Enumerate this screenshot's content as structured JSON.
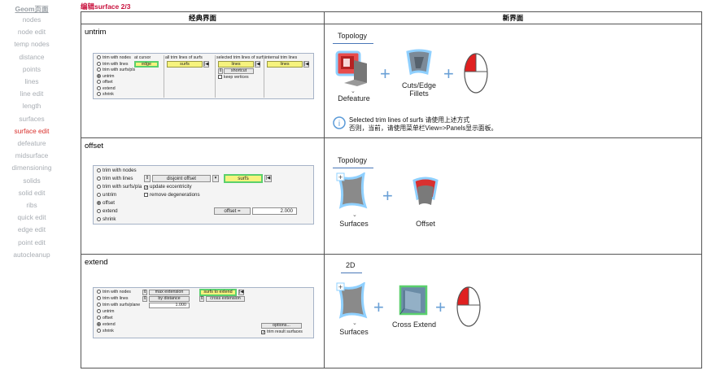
{
  "sidebar": {
    "title": "Geom页面",
    "items": [
      "nodes",
      "node edit",
      "temp nodes",
      "distance",
      "points",
      "lines",
      "line edit",
      "length",
      "surfaces",
      "surface edit",
      "defeature",
      "midsurface",
      "dimensioning",
      "solids",
      "solid edit",
      "ribs",
      "quick edit",
      "edge edit",
      "point edit",
      "autocleanup"
    ],
    "active": "surface edit"
  },
  "page_title_prefix": "编辑",
  "page_title": "surface 2/3",
  "table": {
    "col1": "经典界面",
    "col2": "新界面"
  },
  "rows": {
    "untrim": {
      "label": "untrim",
      "radios": [
        "trim with nodes",
        "trim with lines",
        "trim with surfs/pls",
        "untrim",
        "offset",
        "extend",
        "shrink"
      ],
      "at_cursor": "at cursor",
      "edge": "edge",
      "all_trim": "all trim lines of surfs",
      "surfs": "surfs",
      "selected_trim": "selected trim lines of surfs",
      "internal_trim": "internal trim lines",
      "lines": "lines",
      "lines2": "lines",
      "shortcut": "shortcut",
      "keep_vertices": "keep vertices",
      "tab": "Topology",
      "icons": [
        "Defeature",
        "Cuts/Edge Fillets"
      ],
      "info_line1": "Selected trim lines of surfs 请使用上述方式",
      "info_line2": "否则，当前，请使用菜单栏View=>Panels显示面板。"
    },
    "offset": {
      "label": "offset",
      "radios": [
        "trim with nodes",
        "trim with lines",
        "trim with surfs/pla",
        "untrim",
        "offset",
        "extend",
        "shrink"
      ],
      "disjoint": "disjoint offset",
      "surfs": "surfs",
      "update": "update eccentricity",
      "remove": "remove degenerations",
      "offset_label": "offset =",
      "offset_value": "2.000",
      "tab": "Topology",
      "icons": [
        "Surfaces",
        "Offset"
      ]
    },
    "extend": {
      "label": "extend",
      "radios": [
        "trim with nodes",
        "trim with lines",
        "trim with surfs/plane",
        "untrim",
        "offset",
        "extend",
        "shrink"
      ],
      "max_ext": "max extension",
      "by_dist": "by distance",
      "dist_value": "1.000",
      "surfs_to_extend": "surfs to extend",
      "cross_ext": "cross extension",
      "options": "options...",
      "trim_result": "trim result surfaces",
      "tab": "2D",
      "icons": [
        "Surfaces",
        "Cross Extend"
      ]
    }
  },
  "colors": {
    "active_nav": "#d9302c",
    "title": "#c8103c",
    "tab_line": "#4a78b8",
    "plus": "#6aa0d6"
  }
}
